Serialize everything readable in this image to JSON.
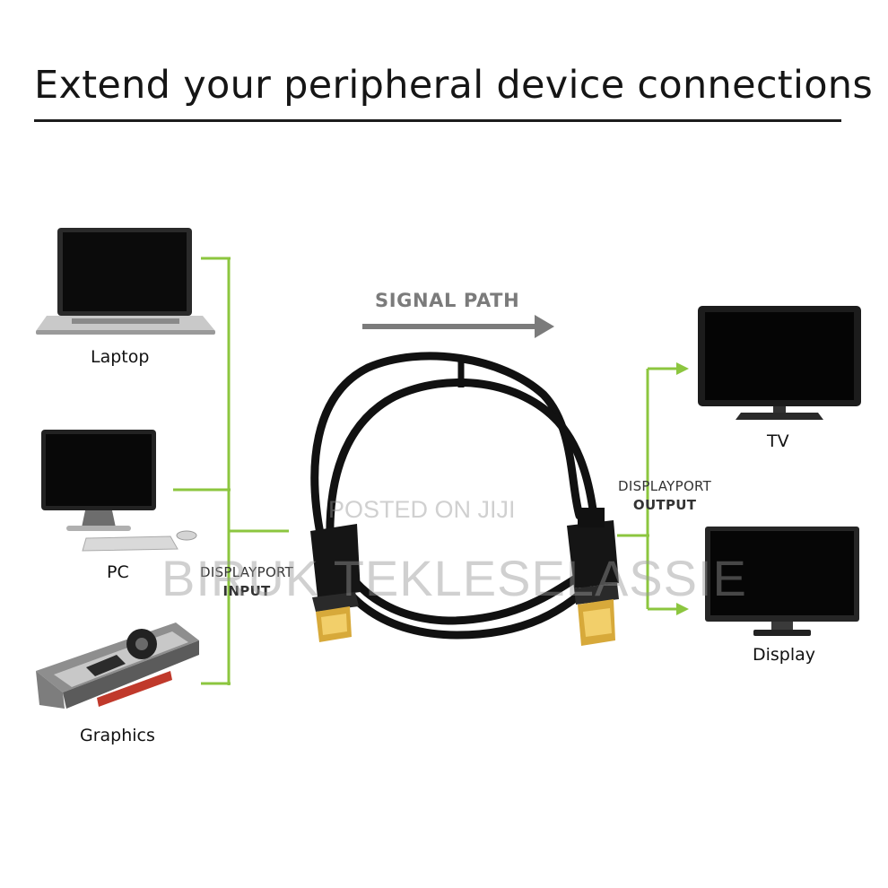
{
  "title": "Extend your peripheral device connections",
  "signal_path": "SIGNAL PATH",
  "inputs": {
    "devices": [
      {
        "label": "Laptop",
        "icon": "laptop-icon"
      },
      {
        "label": "PC",
        "icon": "desktop-pc-icon"
      },
      {
        "label": "Graphics",
        "icon": "graphics-card-icon"
      }
    ],
    "port_line1": "DISPLAYPORT",
    "port_line2": "INPUT"
  },
  "outputs": {
    "devices": [
      {
        "label": "TV",
        "icon": "tv-icon"
      },
      {
        "label": "Display",
        "icon": "monitor-icon"
      }
    ],
    "port_line1": "DISPLAYPORT",
    "port_line2": "OUTPUT"
  },
  "watermark": {
    "posted": "POSTED ON JIJI",
    "name": "BIRUK TEKLESELASSIE"
  },
  "colors": {
    "connector_green": "#8cc63f",
    "arrow_gray": "#7b7b7b",
    "cable_black": "#111111",
    "plug_gold": "#d7a93a"
  }
}
